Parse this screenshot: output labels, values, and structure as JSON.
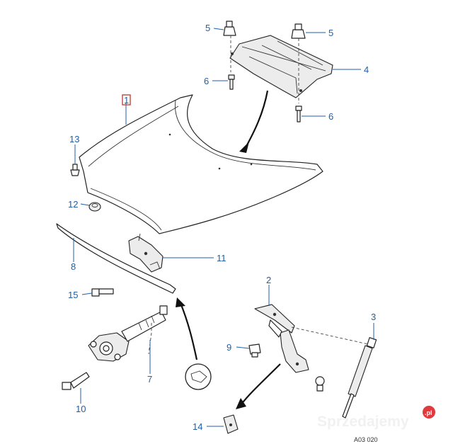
{
  "callouts": {
    "c1": "1",
    "c2": "2",
    "c3": "3",
    "c4": "4",
    "c5a": "5",
    "c5b": "5",
    "c6a": "6",
    "c6b": "6",
    "c7": "7",
    "c8": "8",
    "c9": "9",
    "c10": "10",
    "c11": "11",
    "c12": "12",
    "c13": "13",
    "c14": "14",
    "c15": "15"
  },
  "drawing_code": "A03 020",
  "watermark": {
    "prefix": "Sprzedajemy",
    "badge": ".pl"
  },
  "colors": {
    "callout": "#1f5fa8",
    "badge": "#e0393e",
    "highlight_box": "#c0392b"
  }
}
